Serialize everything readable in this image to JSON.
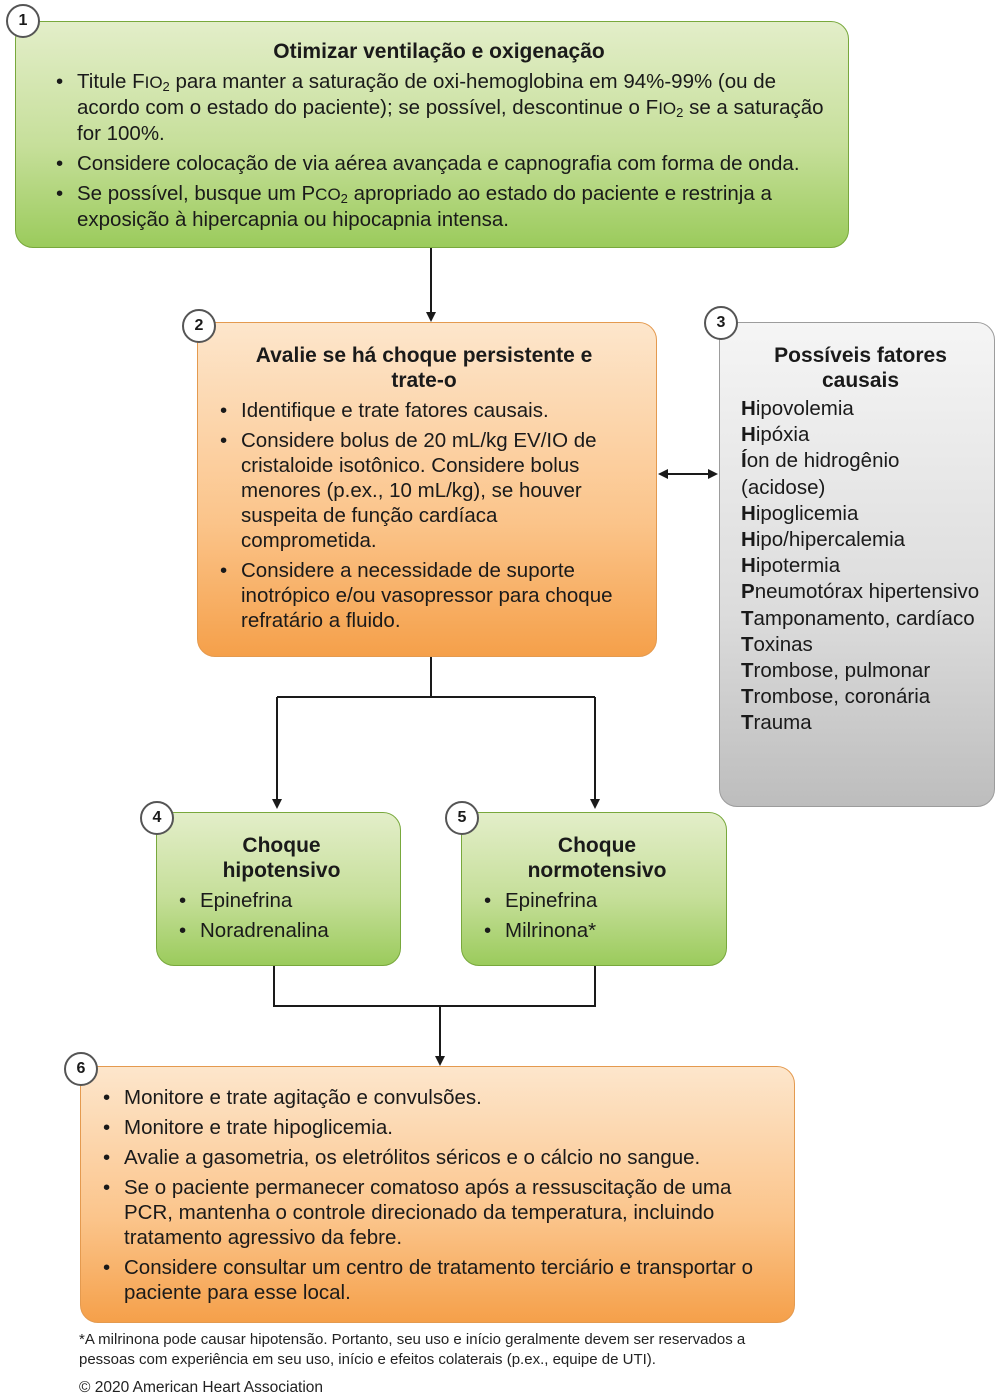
{
  "box1": {
    "number": "1",
    "title": "Otimizar ventilação e oxigenação",
    "b1_pre": "Titule F",
    "b1_sc": "IO",
    "b1_sub": "2",
    "b1_mid": " para manter a saturação de oxi-hemoglobina em 94%-99% (ou de acordo com o estado do paciente); se possível, descontinue o F",
    "b1_sc2": "IO",
    "b1_sub2": "2",
    "b1_end": " se a saturação for 100%.",
    "b2": "Considere colocação de via aérea avançada e capnografia com forma de onda.",
    "b3_pre": "Se possível, busque um P",
    "b3_sc": "CO",
    "b3_sub": "2",
    "b3_end": " apropriado ao estado do paciente e restrinja a exposição à hipercapnia ou hipocapnia intensa."
  },
  "box2": {
    "number": "2",
    "title": "Avalie se há choque persistente e trate-o",
    "bullets": [
      "Identifique e trate fatores causais.",
      "Considere bolus de 20 mL/kg EV/IO de cristaloide isotônico. Considere bolus menores (p.ex., 10 mL/kg), se houver suspeita de função cardíaca comprometida.",
      "Considere a necessidade de suporte inotrópico e/ou vasopressor para choque refratário a fluido."
    ]
  },
  "box3": {
    "number": "3",
    "title": "Possíveis fatores causais",
    "items": [
      {
        "initial": "H",
        "rest": "ipovolemia"
      },
      {
        "initial": "H",
        "rest": "ipóxia"
      },
      {
        "initial": "Í",
        "rest": "on de hidrogênio (acidose)"
      },
      {
        "initial": "H",
        "rest": "ipoglicemia"
      },
      {
        "initial": "H",
        "rest": "ipo/hipercalemia"
      },
      {
        "initial": "H",
        "rest": "ipotermia"
      },
      {
        "initial": "P",
        "rest": "neumotórax hipertensivo"
      },
      {
        "initial": "T",
        "rest": "amponamento, cardíaco"
      },
      {
        "initial": "T",
        "rest": "oxinas"
      },
      {
        "initial": "T",
        "rest": "rombose, pulmonar"
      },
      {
        "initial": "T",
        "rest": "rombose, coronária"
      },
      {
        "initial": "T",
        "rest": "rauma"
      }
    ]
  },
  "box4": {
    "number": "4",
    "title": "Choque hipotensivo",
    "bullets": [
      "Epinefrina",
      "Noradrenalina"
    ]
  },
  "box5": {
    "number": "5",
    "title": "Choque normotensivo",
    "bullets": [
      "Epinefrina",
      "Milrinona*"
    ]
  },
  "box6": {
    "number": "6",
    "bullets": [
      "Monitore e trate agitação e convulsões.",
      "Monitore e trate hipoglicemia.",
      "Avalie a gasometria, os eletrólitos séricos e o cálcio no sangue.",
      "Se o paciente permanecer comatoso após a ressuscitação de uma PCR, mantenha o controle direcionado da temperatura, incluindo tratamento agressivo da febre.",
      "Considere consultar um centro de tratamento terciário e transportar o paciente para esse local."
    ]
  },
  "footnote": "*A milrinona pode causar hipotensão. Portanto, seu uso e início geralmente devem ser reservados a pessoas com experiência em seu uso, início e efeitos colaterais (p.ex., equipe de UTI).",
  "copyright": "© 2020 American Heart Association"
}
